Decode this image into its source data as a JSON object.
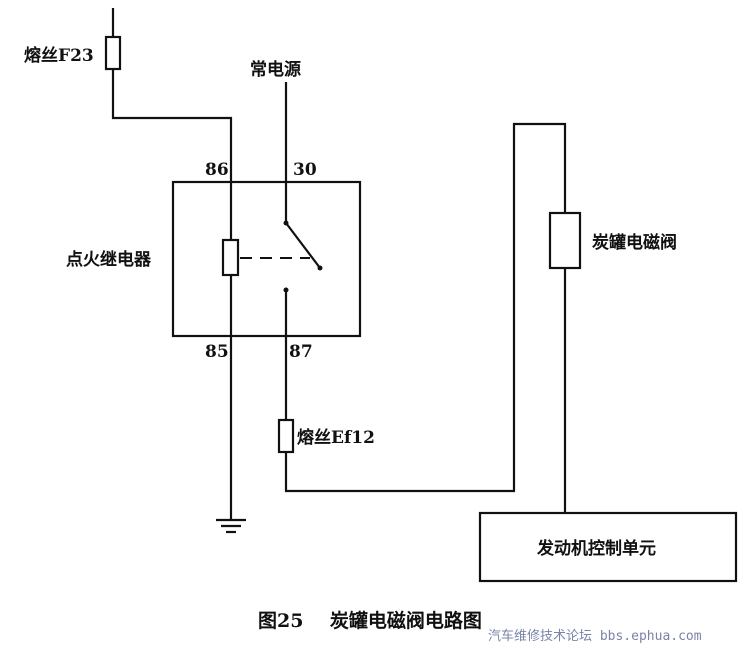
{
  "labels": {
    "fuse_f23": "熔丝F23",
    "constant_power": "常电源",
    "ignition_relay": "点火继电器",
    "canister_valve": "炭罐电磁阀",
    "fuse_ef12": "熔丝Ef12",
    "ecu": "发动机控制单元"
  },
  "pins": {
    "p86": "86",
    "p30": "30",
    "p85": "85",
    "p87": "87"
  },
  "caption": "图25    炭罐电磁阀电路图",
  "watermark": "汽车维修技术论坛 bbs.ephua.com"
}
